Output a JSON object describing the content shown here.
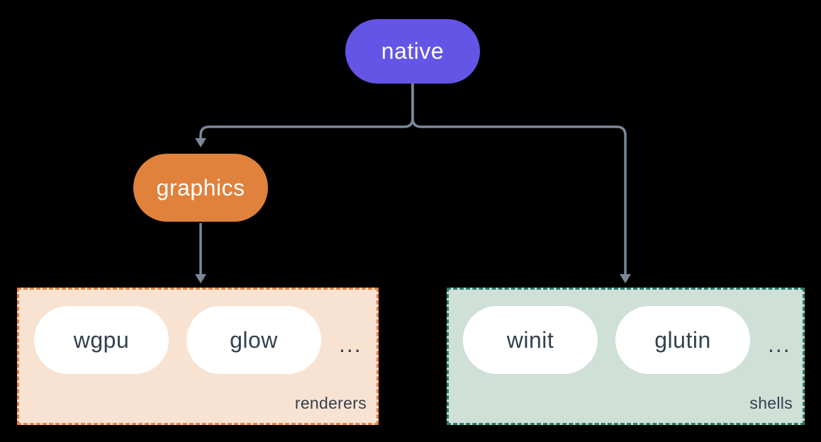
{
  "diagram": {
    "native": {
      "label": "native"
    },
    "graphics": {
      "label": "graphics"
    },
    "groups": [
      {
        "label": "renderers",
        "items": [
          "wgpu",
          "glow"
        ],
        "more": "..."
      },
      {
        "label": "shells",
        "items": [
          "winit",
          "glutin"
        ],
        "more": "..."
      }
    ],
    "edges": [
      {
        "from": "native",
        "to": "graphics"
      },
      {
        "from": "native",
        "to": "shells"
      },
      {
        "from": "graphics",
        "to": "renderers"
      }
    ]
  },
  "colors": {
    "purple": "#6455e6",
    "orange": "#e0813c",
    "orange-border": "#e8823c",
    "peach": "#f8e3d2",
    "sage": "#cfe0d7",
    "teal": "#2b7d6e",
    "line": "#7b8898",
    "ink": "#33404e",
    "white": "#ffffff",
    "bg": "#000000"
  }
}
